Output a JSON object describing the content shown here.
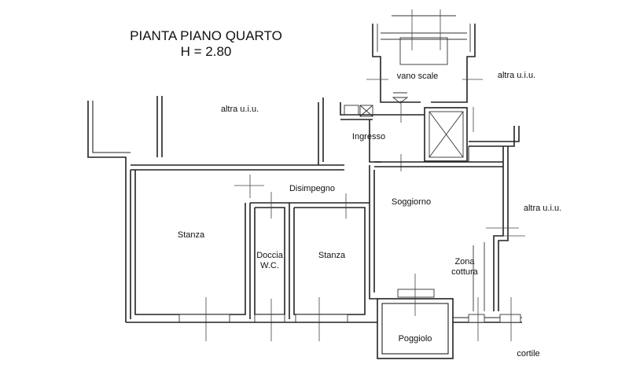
{
  "title": {
    "line1": "PIANTA PIANO QUARTO",
    "line2": "H = 2.80"
  },
  "rooms": {
    "vano_scale": "vano scale",
    "altra_uiu_top_right": "altra u.i.u.",
    "altra_uiu_top_left": "altra u.i.u.",
    "ingresso": "Ingresso",
    "disimpegno": "Disimpegno",
    "soggiorno": "Soggiorno",
    "altra_uiu_right": "altra u.i.u.",
    "stanza_left": "Stanza",
    "doccia_line1": "Doccia",
    "doccia_line2": "W.C.",
    "stanza_middle": "Stanza",
    "zona_line1": "Zona",
    "zona_line2": "cottura",
    "poggiolo": "Poggiolo",
    "cortile": "cortile"
  }
}
